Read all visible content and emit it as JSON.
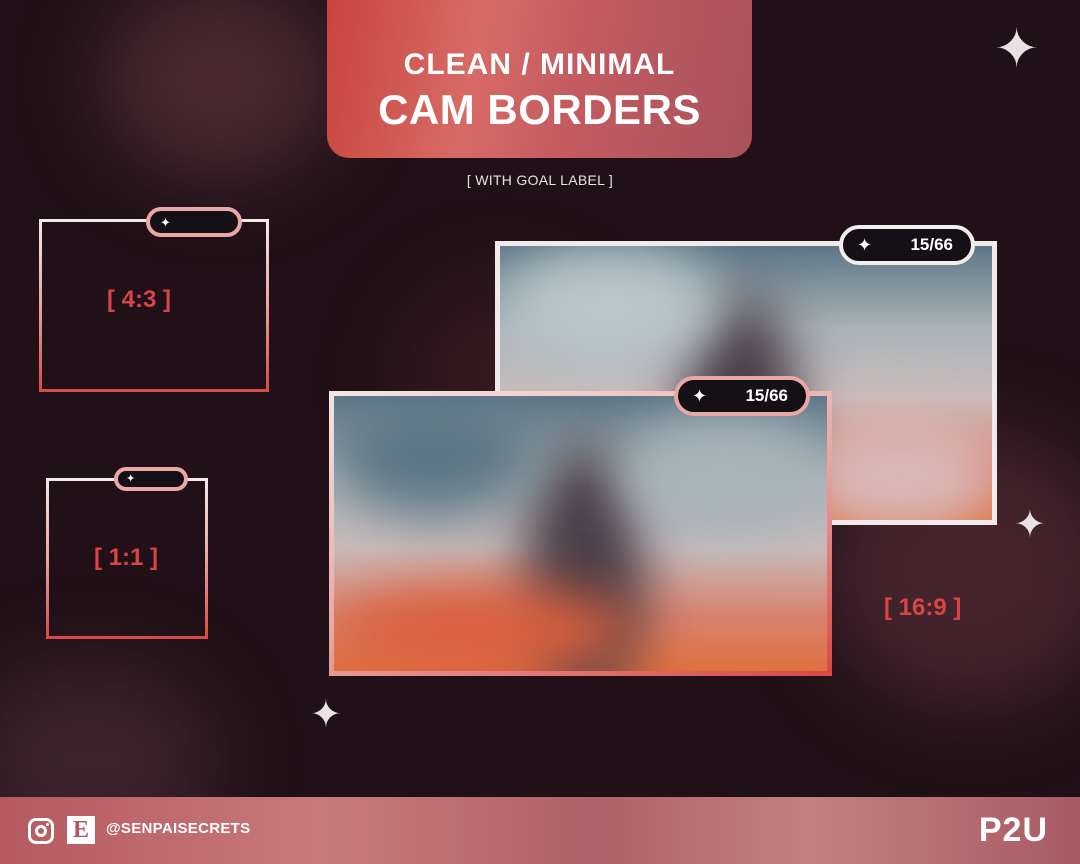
{
  "header": {
    "subtitle": "CLEAN / MINIMAL",
    "title": "CAM BORDERS",
    "caption": "[ WITH GOAL LABEL ]"
  },
  "frames": {
    "ratio_4_3": "[ 4:3 ]",
    "ratio_1_1": "[ 1:1 ]",
    "ratio_16_9": "[ 16:9 ]"
  },
  "goal_label": {
    "count": "15/66",
    "icon": "sparkle-icon"
  },
  "footer": {
    "handle": "@SENPAISECRETS",
    "badge": "P2U",
    "etsy_letter": "E",
    "icons": [
      "instagram-icon",
      "etsy-icon"
    ]
  },
  "colors": {
    "accent_red": "#d74545",
    "background": "#211017",
    "header_gradient_start": "#c8453e",
    "pill_pink": "#e9a7a6"
  }
}
